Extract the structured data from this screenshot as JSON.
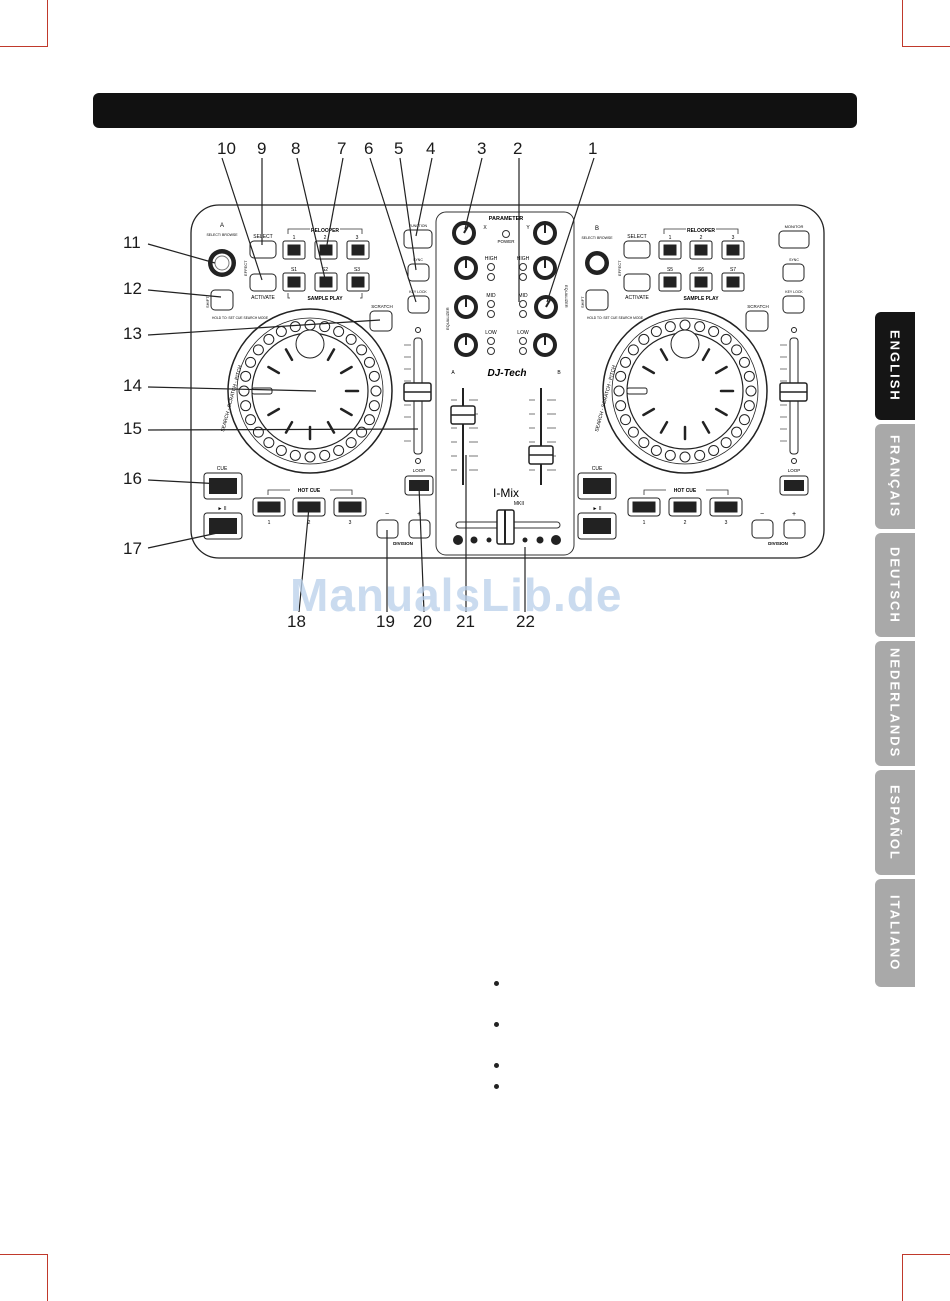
{
  "tabs": [
    {
      "label": "ENGLISH",
      "active": true
    },
    {
      "label": "FRANÇAIS",
      "active": false
    },
    {
      "label": "DEUTSCH",
      "active": false
    },
    {
      "label": "NEDERLANDS",
      "active": false
    },
    {
      "label": "ESPAÑOL",
      "active": false
    },
    {
      "label": "ITALIANO",
      "active": false
    }
  ],
  "colors": {
    "tab_active": "#151515",
    "tab_inactive": "#a9a9a9",
    "header": "#111111",
    "crop_marks": "#c0392b",
    "watermark": "#b9d0ea"
  },
  "watermark": "ManualsLib.de",
  "callouts_top": [
    "10",
    "9",
    "8",
    "7",
    "6",
    "5",
    "4",
    "3",
    "2",
    "1"
  ],
  "callouts_left": [
    "11",
    "12",
    "13",
    "14",
    "15",
    "16",
    "17"
  ],
  "callouts_bottom": [
    "18",
    "19",
    "20",
    "21",
    "22"
  ],
  "device": {
    "brand": "DJ-Tech",
    "model": "I-Mix",
    "model_sub": "MKII",
    "parameter": "PARAMETER",
    "power": "POWER",
    "x": "X",
    "y": "Y",
    "eq_high": "HIGH",
    "eq_mid": "MID",
    "eq_low": "LOW",
    "equalizer": "EQUALIZER",
    "ch_a": "A",
    "ch_b": "B",
    "deck_a": "A",
    "deck_b": "B",
    "select_browse": "SELECT/ BROWSE",
    "effect": "EFFECT",
    "select": "SELECT",
    "activate": "ACTIVATE",
    "relooper": "RELOOPER",
    "sample_play": "SAMPLE PLAY",
    "relooper_nums": [
      "1",
      "2",
      "3"
    ],
    "sample_a": [
      "S1",
      "S2",
      "S3"
    ],
    "sample_b": [
      "S5",
      "S6",
      "S7"
    ],
    "shift": "SHIFT",
    "shift_note": "HOLD TO: SET CUE SEARCH MODE",
    "scratch": "SCRATCH",
    "monitor": "MONITOR",
    "sync": "SYNC",
    "key_lock": "KEY LOCK",
    "jog_modes": "SEARCH - SCRATCH - PITCH",
    "cue": "CUE",
    "play": "► II",
    "hot_cue": "HOT CUE",
    "hot_cue_nums": [
      "1",
      "2",
      "3"
    ],
    "loop": "LOOP",
    "division": "DIVISION",
    "minus": "−",
    "plus": "+"
  }
}
